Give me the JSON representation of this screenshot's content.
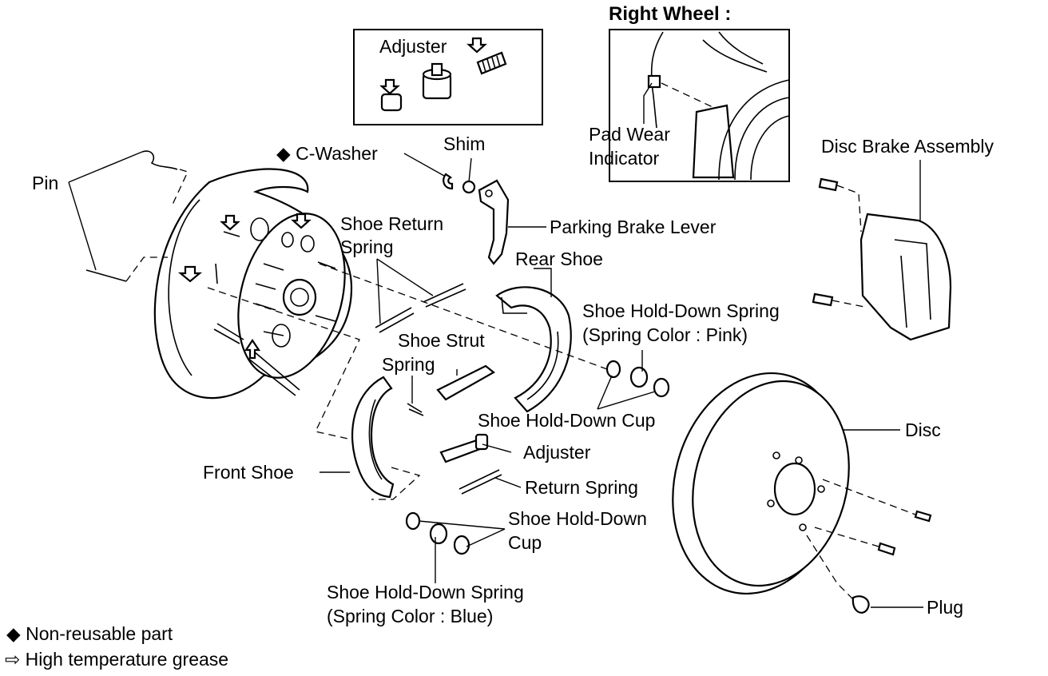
{
  "callouts": {
    "right_wheel": "Right Wheel :",
    "adjuster_top": "Adjuster",
    "pad_wear_indicator": [
      "Pad Wear",
      "Indicator"
    ],
    "c_washer": "C-Washer",
    "shim": "Shim",
    "disc_brake_assembly": "Disc Brake Assembly",
    "pin": "Pin",
    "shoe_return_spring": [
      "Shoe Return",
      "Spring"
    ],
    "parking_brake_lever": "Parking Brake Lever",
    "rear_shoe": "Rear Shoe",
    "shoe_hold_down_spring_pink": [
      "Shoe Hold-Down Spring",
      "(Spring Color :  Pink)"
    ],
    "shoe_strut": "Shoe Strut",
    "spring": "Spring",
    "shoe_hold_down_cup_upper": "Shoe Hold-Down Cup",
    "disc": "Disc",
    "adjuster_mid": "Adjuster",
    "front_shoe": "Front Shoe",
    "return_spring": "Return Spring",
    "shoe_hold_down_cup_lower": [
      "Shoe Hold-Down",
      "Cup"
    ],
    "plug": "Plug",
    "shoe_hold_down_spring_blue": [
      "Shoe Hold-Down Spring",
      "(Spring Color :  Blue)"
    ]
  },
  "legend": {
    "non_reusable": "Non-reusable part",
    "grease": "High temperature grease"
  },
  "icons": {
    "non_reusable_marker": "filled-diamond-icon",
    "grease_marker": "hollow-arrow-icon"
  }
}
